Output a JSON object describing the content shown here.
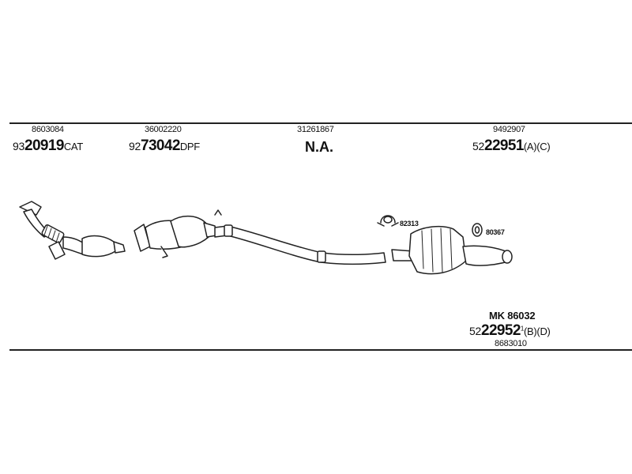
{
  "groups": [
    {
      "ref": "8603084",
      "pn_prefix": "93",
      "pn_main": "20919",
      "pn_suffix": "CAT"
    },
    {
      "ref": "36002220",
      "pn_prefix": "92",
      "pn_main": "73042",
      "pn_suffix": "DPF"
    },
    {
      "ref": "31261867",
      "pn_text": "N.A."
    },
    {
      "ref": "9492907",
      "pn_prefix": "52",
      "pn_main": "22951",
      "pn_suffix": "(A)(C)"
    }
  ],
  "rear": {
    "kit": "MK 86032",
    "pn_prefix": "52",
    "pn_main": "22952",
    "pn_sup": "1",
    "pn_suffix": "(B)(D)",
    "ref": "8683010"
  },
  "callouts": {
    "clamp": "82313",
    "ring": "80367"
  }
}
